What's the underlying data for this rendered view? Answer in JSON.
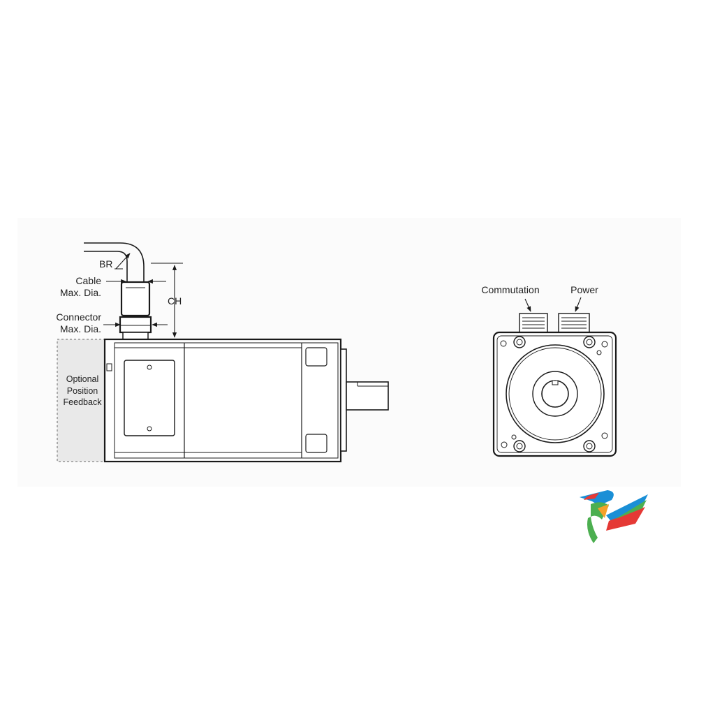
{
  "side_view": {
    "labels": {
      "bend_radius": "BR",
      "cable_line1": "Cable",
      "cable_line2": "Max. Dia.",
      "connector_line1": "Connector",
      "connector_line2": "Max. Dia.",
      "connector_height": "CH",
      "feedback_line1": "Optional",
      "feedback_line2": "Position",
      "feedback_line3": "Feedback"
    }
  },
  "end_view": {
    "labels": {
      "commutation": "Commutation",
      "power": "Power"
    }
  },
  "colors": {
    "background_panel": "#fbfbfb",
    "line": "#1a1a1a",
    "dashed_box_fill": "#e9e9e9",
    "logo_blue": "#1a8fd6",
    "logo_green": "#4caf50",
    "logo_red": "#e53935",
    "logo_orange": "#f4a12a"
  }
}
